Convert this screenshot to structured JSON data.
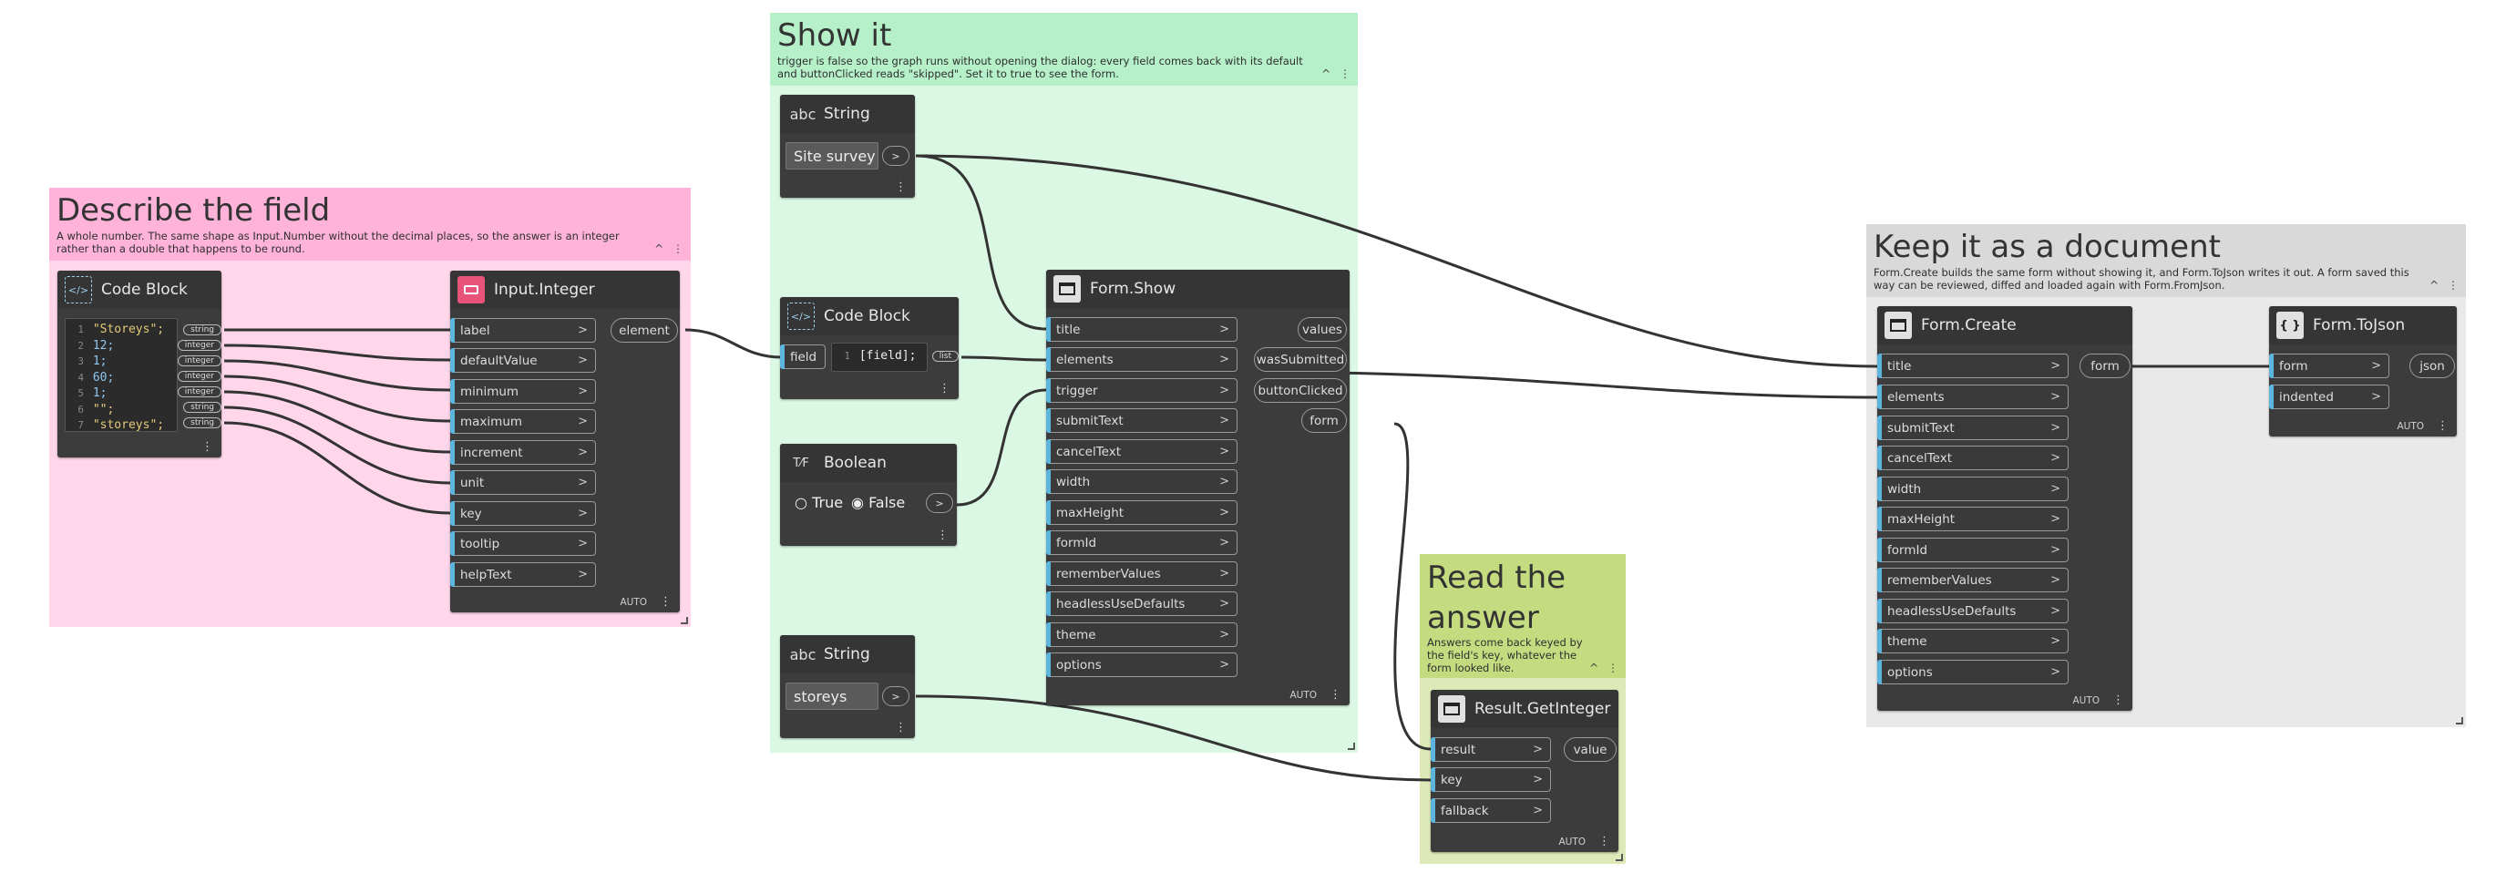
{
  "groups": {
    "describe": {
      "title": "Describe the field",
      "description": "A whole number. The same shape as Input.Number without the decimal places, so the answer is an integer rather than a double that happens to be round.",
      "color": "#ffb3d9",
      "body_color": "#ffd6ea"
    },
    "show": {
      "title": "Show it",
      "description": "trigger is false so the graph runs without opening the dialog: every field comes back with its default and buttonClicked reads \"skipped\". Set it to true to see the form.",
      "color": "#b5f0c9",
      "body_color": "#dbf8e4"
    },
    "read": {
      "title": "Read the answer",
      "description": "Answers come back keyed by the field's key, whatever the form looked like.",
      "color": "#c5db7f",
      "body_color": "#dde9b7"
    },
    "keep": {
      "title": "Keep it as a document",
      "description": "Form.Create builds the same form without showing it, and Form.ToJson writes it out. A form saved this way can be reviewed, diffed and loaded again with Form.FromJson.",
      "color": "#d9d9d9",
      "body_color": "#e9e9e9"
    }
  },
  "group_controls": {
    "collapse": "^",
    "menu": "⋮"
  },
  "nodes": {
    "codeblock1": {
      "title": "Code Block",
      "lines": [
        {
          "n": "1",
          "text": "\"Storeys\";",
          "kind": "str",
          "tag": "string"
        },
        {
          "n": "2",
          "text": "12;",
          "kind": "num",
          "tag": "integer"
        },
        {
          "n": "3",
          "text": "1;",
          "kind": "num",
          "tag": "integer"
        },
        {
          "n": "4",
          "text": "60;",
          "kind": "num",
          "tag": "integer"
        },
        {
          "n": "5",
          "text": "1;",
          "kind": "num",
          "tag": "integer"
        },
        {
          "n": "6",
          "text": "\"\";",
          "kind": "str",
          "tag": "string"
        },
        {
          "n": "7",
          "text": "\"storeys\";",
          "kind": "str",
          "tag": "string"
        }
      ]
    },
    "input_integer": {
      "title": "Input.Integer",
      "inputs": [
        "label",
        "defaultValue",
        "minimum",
        "maximum",
        "increment",
        "unit",
        "key",
        "tooltip",
        "helpText"
      ],
      "outputs": [
        "element"
      ],
      "lacing": "AUTO"
    },
    "string1": {
      "title": "String",
      "value": "Site survey"
    },
    "codeblock2": {
      "title": "Code Block",
      "input": "field",
      "line_no": "1",
      "code": "[field];",
      "output": "list"
    },
    "boolean": {
      "title": "Boolean",
      "true_label": "True",
      "false_label": "False",
      "selected": "False"
    },
    "string2": {
      "title": "String",
      "value": "storeys"
    },
    "form_show": {
      "title": "Form.Show",
      "inputs": [
        "title",
        "elements",
        "trigger",
        "submitText",
        "cancelText",
        "width",
        "maxHeight",
        "formId",
        "rememberValues",
        "headlessUseDefaults",
        "theme",
        "options"
      ],
      "outputs": [
        "values",
        "wasSubmitted",
        "buttonClicked",
        "form"
      ],
      "lacing": "AUTO"
    },
    "result_get": {
      "title": "Result.GetInteger",
      "inputs": [
        "result",
        "key",
        "fallback"
      ],
      "outputs": [
        "value"
      ],
      "lacing": "AUTO"
    },
    "form_create": {
      "title": "Form.Create",
      "inputs": [
        "title",
        "elements",
        "submitText",
        "cancelText",
        "width",
        "maxHeight",
        "formId",
        "rememberValues",
        "headlessUseDefaults",
        "theme",
        "options"
      ],
      "outputs": [
        "form"
      ],
      "lacing": "AUTO"
    },
    "form_tojson": {
      "title": "Form.ToJson",
      "inputs": [
        "form",
        "indented"
      ],
      "outputs": [
        "json"
      ],
      "lacing": "AUTO"
    }
  },
  "ui": {
    "arrow": ">",
    "menu_dots": "⋮",
    "code_icon": "{ }",
    "abc_icon": "abc"
  }
}
